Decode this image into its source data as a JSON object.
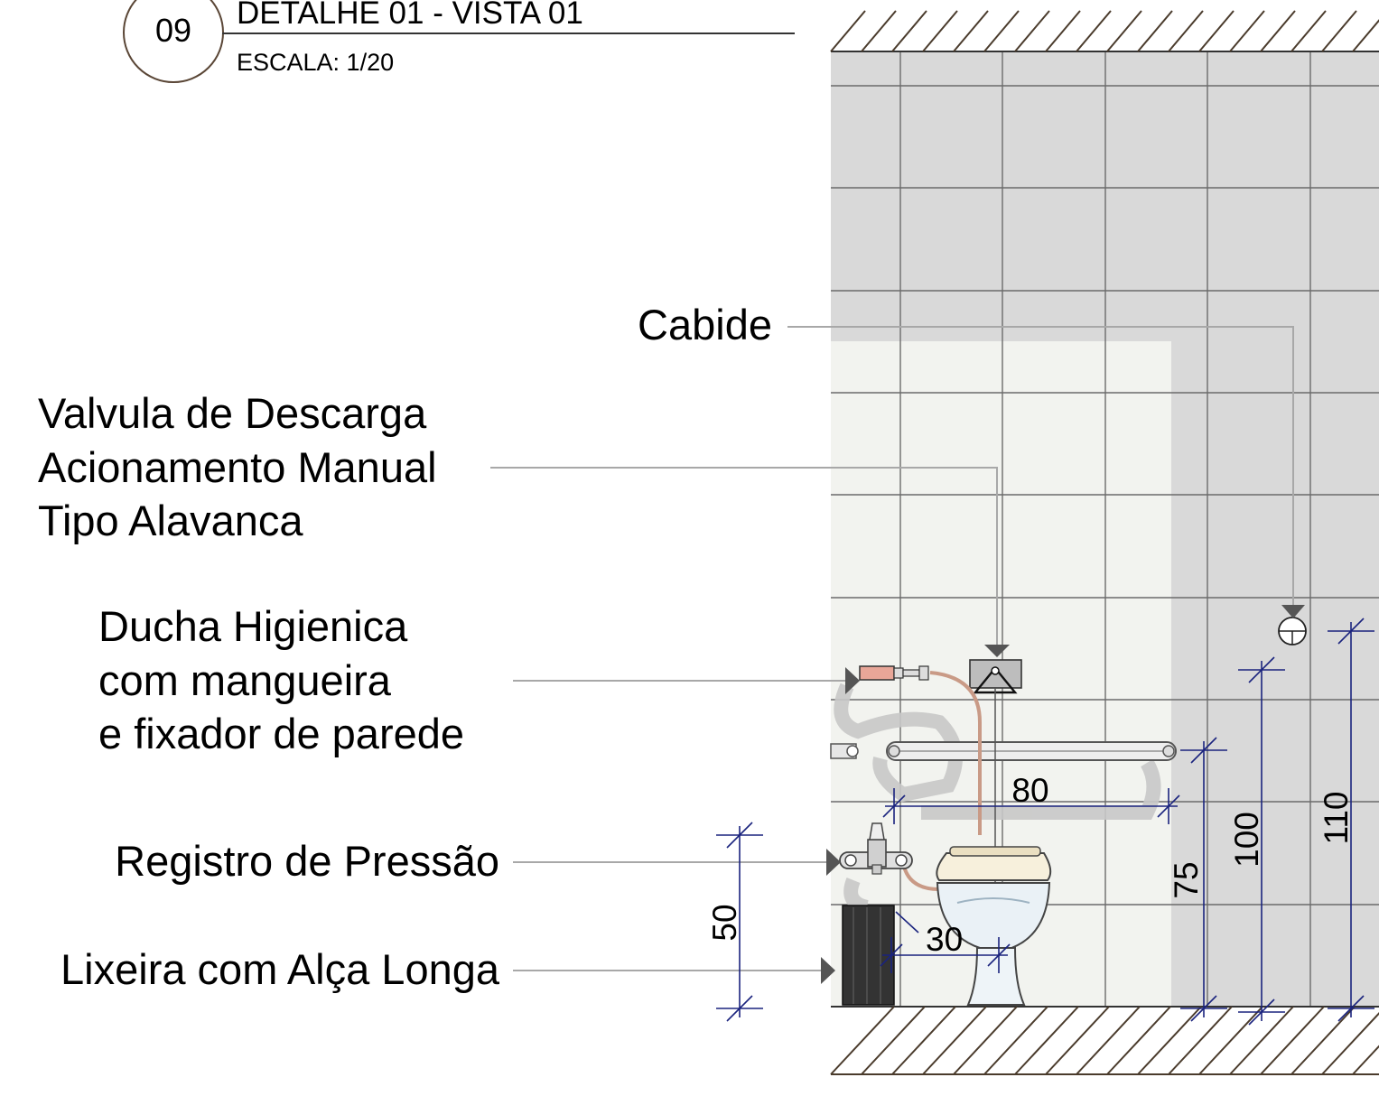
{
  "header": {
    "number": "09",
    "title": "DETALHE 01 - VISTA 01",
    "scale": "ESCALA: 1/20"
  },
  "labels": {
    "cabide": "Cabide",
    "valvula": [
      "Valvula de Descarga",
      "Acionamento Manual",
      "Tipo Alavanca"
    ],
    "ducha": [
      "Ducha Higienica",
      "com mangueira",
      "e fixador de parede"
    ],
    "registro": "Registro de Pressão",
    "lixeira": "Lixeira com Alça Longa"
  },
  "dimensions": {
    "grab_bar_length": "80",
    "bin_offset": "30",
    "registro_height": "50",
    "grab_bar_height": "75",
    "valve_height": "100",
    "hook_height": "110"
  },
  "colors": {
    "upper_wall": "#d9d9d9",
    "lower_wall": "#f2f3ef",
    "tile_line": "#6b6b6b",
    "dimension_line": "#1a237e",
    "leader_line": "#a8a8a8",
    "hatch": "#4a3b2c",
    "bin": "#333333",
    "hose": "#c99a86"
  }
}
